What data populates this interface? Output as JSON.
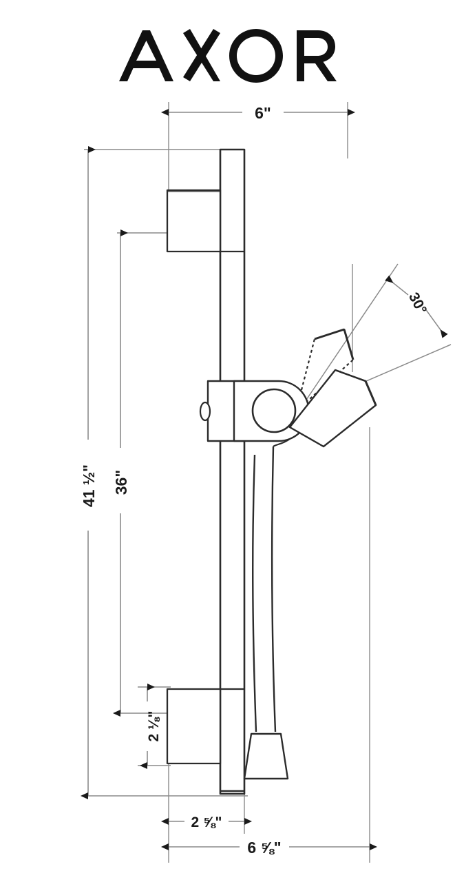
{
  "brand": {
    "name": "AXOR",
    "logo_letters": [
      "A",
      "X",
      "O",
      "R"
    ]
  },
  "drawing": {
    "title": "AXOR shower bar with handshower — dimensioned elevation",
    "units": "inches",
    "line_color": "#2b2b2b",
    "dimension_line_color": "#6b6b6b",
    "text_color": "#1a1a1a",
    "background": "#ffffff"
  },
  "dimensions": {
    "top_width": {
      "label": "6\"",
      "whole": "6",
      "numerator": "",
      "denominator": "",
      "orientation": "horizontal",
      "position": "top"
    },
    "overall_height": {
      "label": "41 ½\"",
      "whole": "41",
      "numerator": "1",
      "denominator": "2",
      "orientation": "vertical-rotated",
      "position": "left-outer"
    },
    "bar_height": {
      "label": "36\"",
      "whole": "36",
      "numerator": "",
      "denominator": "",
      "orientation": "vertical-rotated",
      "position": "left-inner"
    },
    "lower_bracket_height": {
      "label": "2 ⅛\"",
      "whole": "2",
      "numerator": "1",
      "denominator": "8",
      "orientation": "vertical-rotated",
      "position": "lower-left"
    },
    "lower_bracket_depth": {
      "label": "2 ⅝\"",
      "whole": "2",
      "numerator": "5",
      "denominator": "8",
      "orientation": "horizontal",
      "position": "bottom-inner"
    },
    "overall_depth": {
      "label": "6 ⅝\"",
      "whole": "6",
      "numerator": "5",
      "denominator": "8",
      "orientation": "horizontal",
      "position": "bottom-outer"
    },
    "swivel_angle": {
      "label": "30°",
      "value": "30",
      "unit": "°",
      "orientation": "angular-rotated",
      "position": "right-upper"
    }
  },
  "parts": {
    "slide_bar": "slide-bar",
    "upper_bracket": "upper-wall-bracket",
    "lower_bracket": "lower-wall-bracket",
    "slider_holder": "adjustable-slider-holder",
    "handshower": "handshower-head",
    "handshower_ghost": "handshower-head-30deg-position",
    "hose": "shower-hose",
    "hose_end": "hose-connector-cone"
  }
}
